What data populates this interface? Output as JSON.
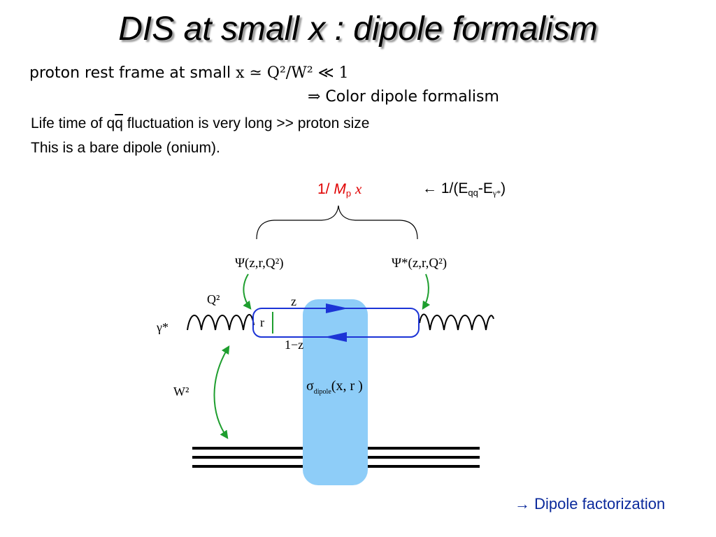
{
  "title": "DIS at small x : dipole formalism",
  "kinematics": {
    "line1_text": "proton rest frame at small ",
    "line1_math": "x ≃ Q²/W² ≪ 1",
    "line2_arrow": "⇒",
    "line2_text": " Color dipole formalism"
  },
  "body": {
    "line1_a": "Life time of q",
    "line1_qbar": "q",
    "line1_b": " fluctuation is very long >> proton size",
    "line2": "This is a bare dipole (onium)."
  },
  "lifetime": {
    "prefix": "1/ ",
    "M": "M",
    "p": "p",
    "x": "x",
    "arrow": "←",
    "energy_main": " 1/(E",
    "qq_sub": "qq",
    "dash": "-E",
    "gamma_sub": "γ*",
    "close": ")"
  },
  "diagram": {
    "psi_left": "Ψ(z,r,Q²)",
    "psi_right": "Ψ*(z,r,Q²)",
    "Q2": "Q²",
    "z": "z",
    "one_minus_z": "1−z",
    "r": "r",
    "gamma_star": "γ*",
    "W2": "W²",
    "sigma": "σ",
    "sigma_sub": "dipole",
    "sigma_args": "(x, r )"
  },
  "colors": {
    "blue_band": "#8ecdf8",
    "dipole_blue": "#1c34d6",
    "green_arrow": "#1e9e2e",
    "footer_blue": "#0b2a9c",
    "red": "#e00000"
  },
  "footer": {
    "arrow": "→",
    "text": " Dipole factorization"
  }
}
